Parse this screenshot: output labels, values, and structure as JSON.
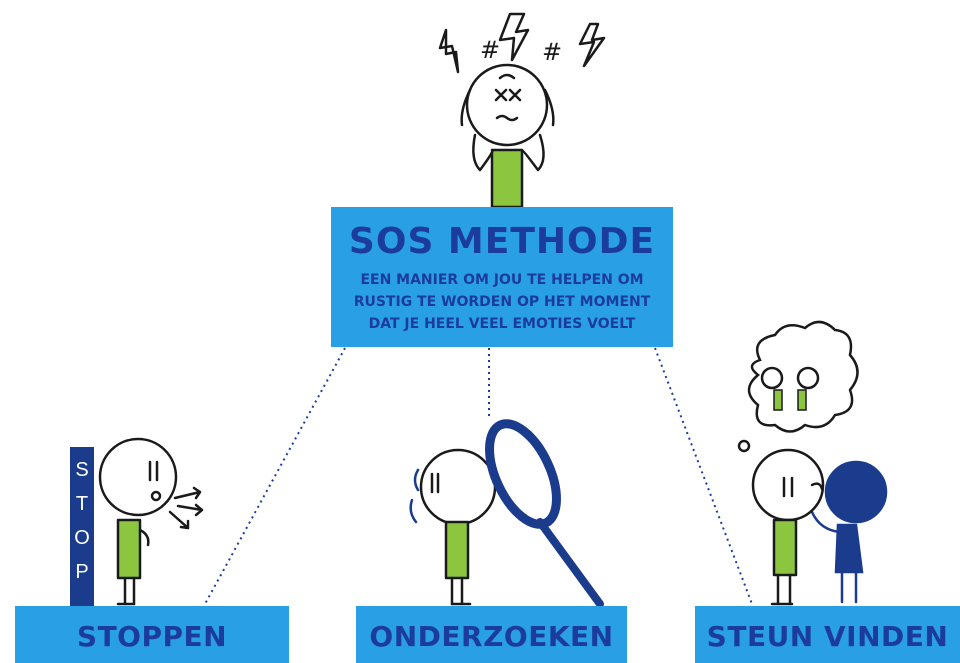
{
  "main": {
    "title": "SOS METHODE",
    "description_lines": [
      "EEN MANIER OM JOU TE HELPEN OM",
      "RUSTIG TE WORDEN OP HET MOMENT",
      "DAT JE HEEL VEEL EMOTIES VOELT"
    ]
  },
  "steps": [
    {
      "label": "STOPPEN"
    },
    {
      "label": "ONDERZOEKEN"
    },
    {
      "label": "STEUN VINDEN"
    }
  ],
  "stop_sign": {
    "letters": [
      "S",
      "T",
      "O",
      "P"
    ]
  },
  "frustration_symbols": [
    "#",
    "#"
  ],
  "colors": {
    "box_blue": "#29a0e6",
    "text_navy": "#1b3c9c",
    "shirt_green": "#8cc63f",
    "dark_navy": "#1b3c8c",
    "line": "#1a1a1a"
  }
}
